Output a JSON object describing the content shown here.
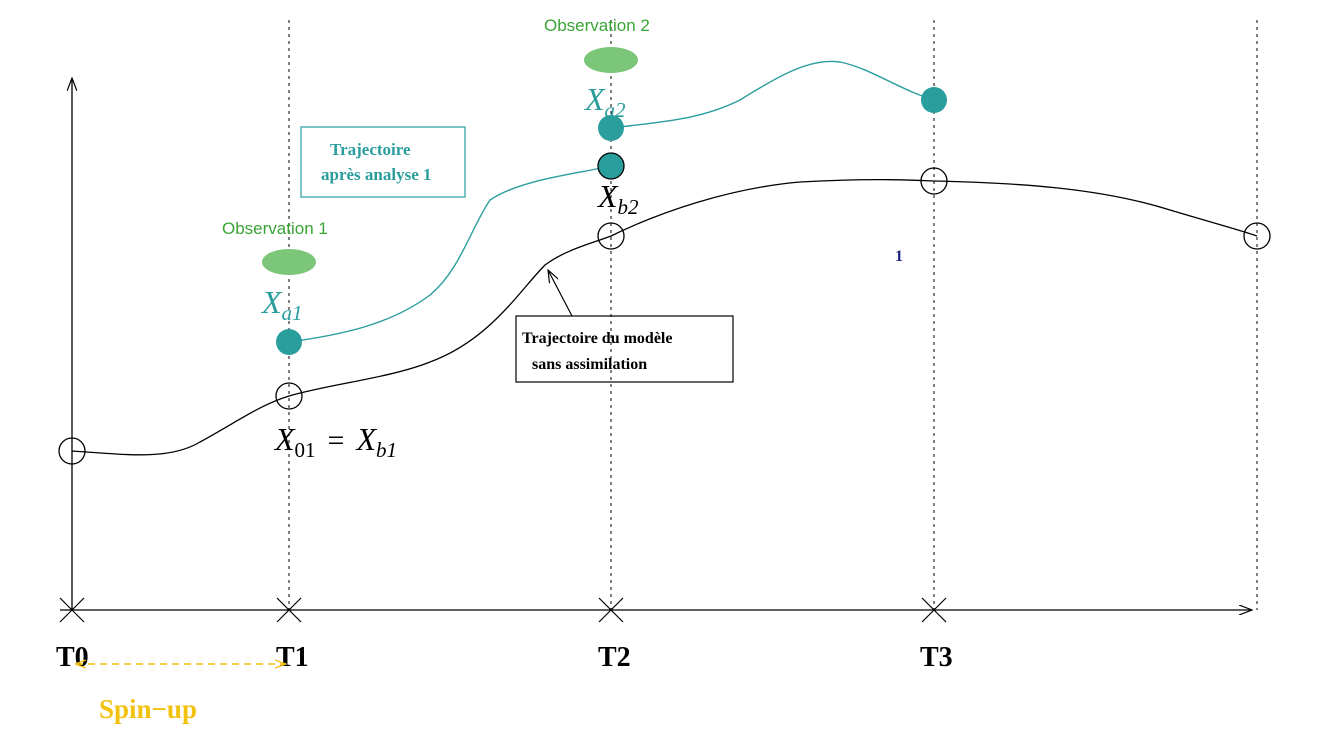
{
  "time_labels": [
    "T0",
    "T1",
    "T2",
    "T3"
  ],
  "spinup_label": "Spin−up",
  "observations": {
    "obs1": "Observation 1",
    "obs2": "Observation 2"
  },
  "math": {
    "xa1_base": "X",
    "xa1_sub": "a1",
    "xa2_base": "X",
    "xa2_sub": "a2",
    "xb2_base": "X",
    "xb2_sub": "b2",
    "x01_base": "X",
    "x01_sub": "01",
    "eq": "=",
    "xb1_base": "X",
    "xb1_sub": "b1"
  },
  "boxes": {
    "analysis_line1": "Trajectoire",
    "analysis_line2": "après analyse 1",
    "model_line1": "Trajectoire du modèle",
    "model_line2": "sans assimilation"
  },
  "stray_mark": "1",
  "colors": {
    "teal": "#2a9d9d",
    "teal_dark": "#1e7f80",
    "green": "#3aa336",
    "green_fill": "#7cc67a",
    "gold": "#f2c20f",
    "navy": "#1a237e",
    "black": "#000000"
  }
}
